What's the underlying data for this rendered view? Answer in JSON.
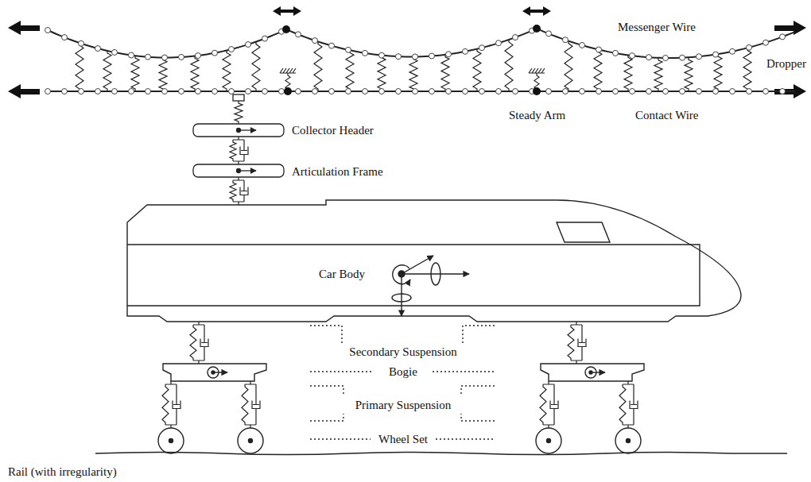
{
  "diagram": {
    "labels": [
      "Messenger Wire",
      "Dropper",
      "Steady Arm",
      "Contact Wire",
      "Collector Header",
      "Articulation Frame",
      "Car Body",
      "Secondary Suspension",
      "Bogie",
      "Primary Suspension",
      "Wheel Set",
      "Rail (with irregularity)"
    ]
  }
}
